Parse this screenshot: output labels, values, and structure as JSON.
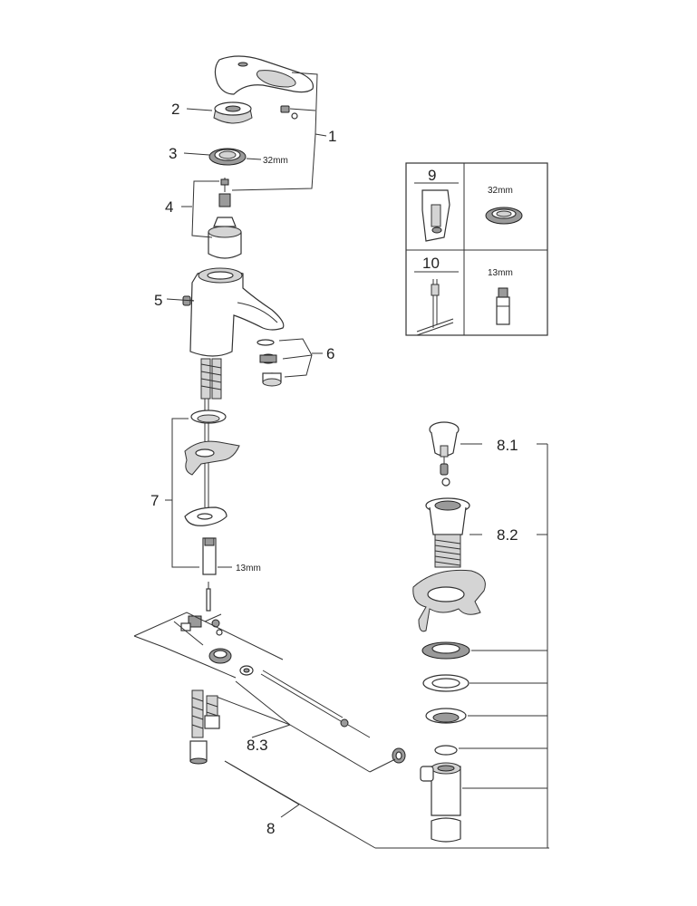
{
  "callouts": {
    "c1": "1",
    "c2": "2",
    "c3": "3",
    "c4": "4",
    "c5": "5",
    "c6": "6",
    "c7": "7",
    "c8": "8",
    "c8_1": "8.1",
    "c8_2": "8.2",
    "c8_3": "8.3"
  },
  "dimensions": {
    "ring_32": "32mm",
    "nut_13": "13mm"
  },
  "tools_box": {
    "tool9_number": "9",
    "tool9_size": "32mm",
    "tool10_number": "10",
    "tool10_size": "13mm"
  }
}
